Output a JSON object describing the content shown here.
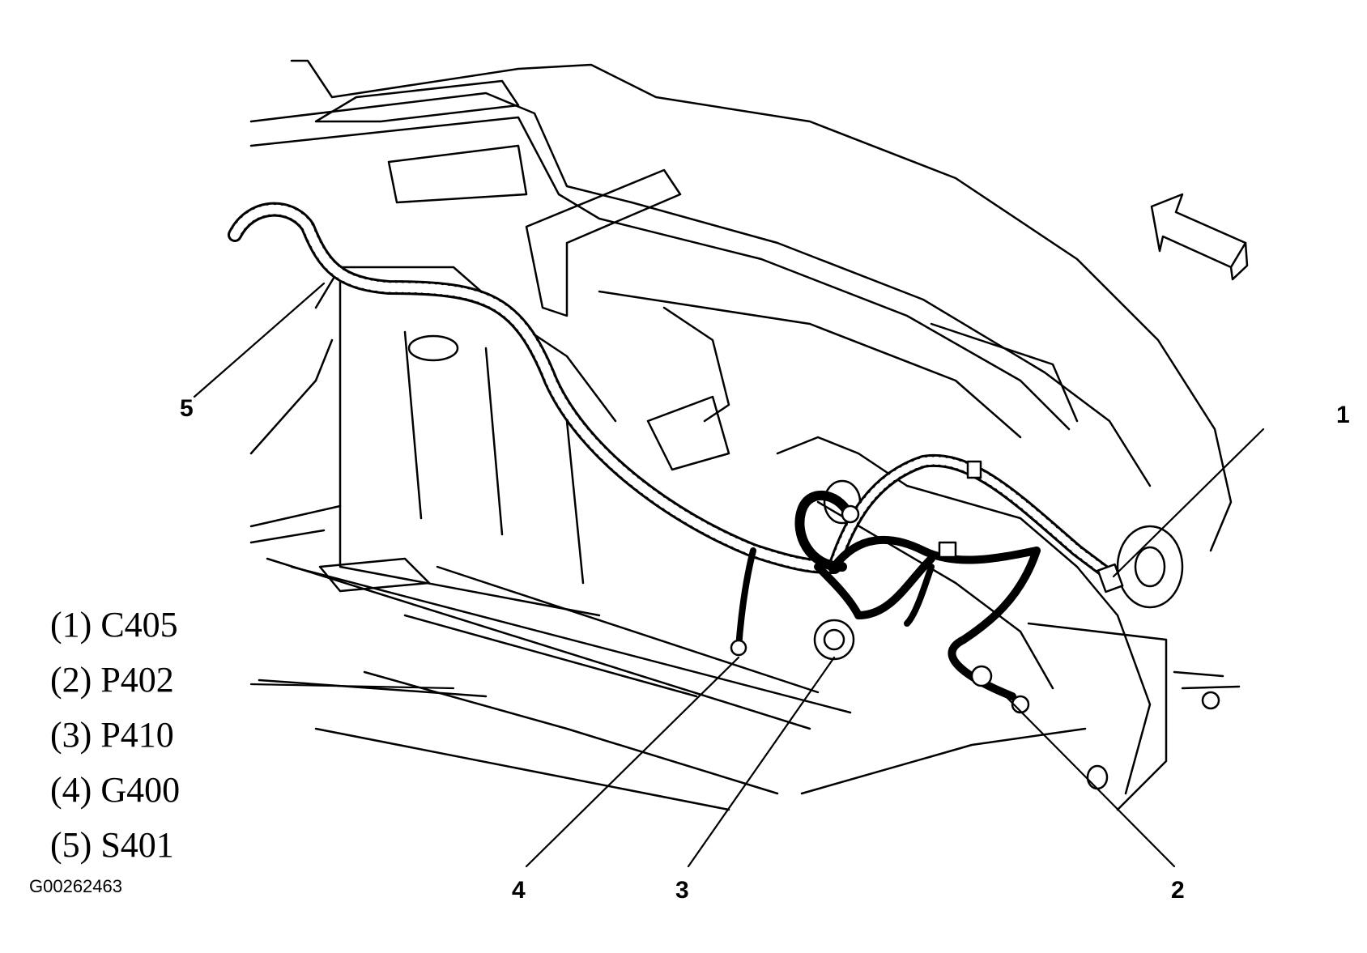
{
  "callouts": [
    "1",
    "2",
    "3",
    "4",
    "5"
  ],
  "legend": [
    {
      "number": "(1)",
      "code": "C405"
    },
    {
      "number": "(2)",
      "code": "P402"
    },
    {
      "number": "(3)",
      "code": "P410"
    },
    {
      "number": "(4)",
      "code": "G400"
    },
    {
      "number": "(5)",
      "code": "S401"
    }
  ],
  "figure_id": "G00262463",
  "colors": {
    "line": "#000000",
    "background": "#ffffff"
  },
  "icons": [
    "direction-arrow-icon"
  ]
}
